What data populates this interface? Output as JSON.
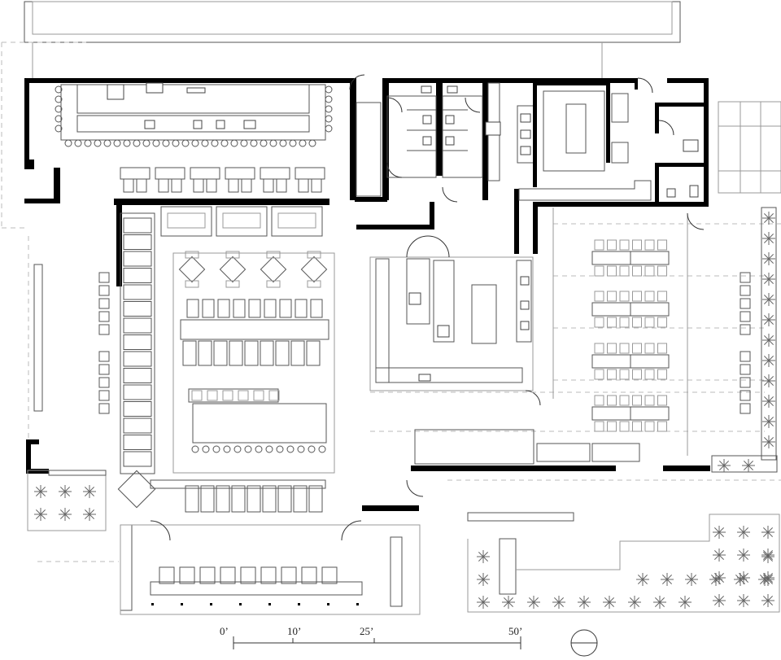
{
  "scale_bar": {
    "labels": [
      "0’",
      "10’",
      "25’",
      "50’"
    ]
  },
  "north_arrow": {
    "icon": "north-arrow-icon"
  },
  "colors": {
    "wall": "#000000",
    "line": "#555555",
    "dash": "#bbbbbb"
  }
}
